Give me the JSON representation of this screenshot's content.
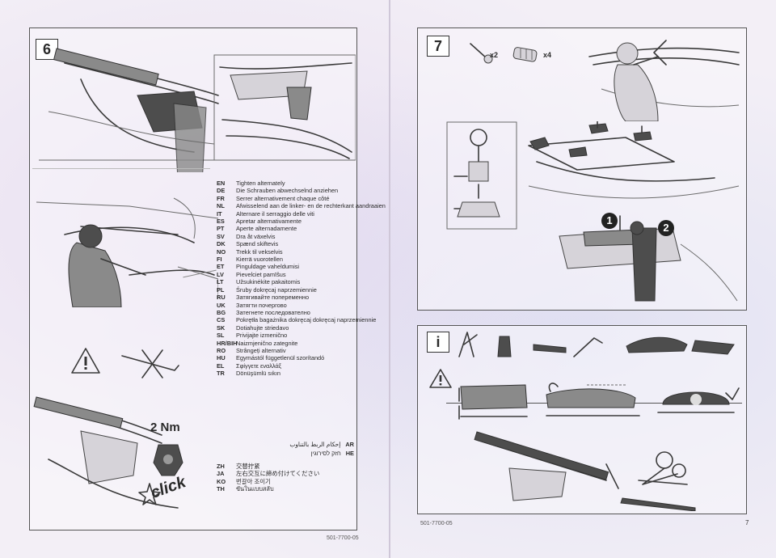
{
  "steps": {
    "left": "6",
    "right": "7",
    "info": "i"
  },
  "torque": "2 Nm",
  "click_word": "click",
  "hardware": {
    "bolt_qty": "x2",
    "plug_qty": "x4"
  },
  "callouts": [
    "1",
    "2"
  ],
  "languages": [
    {
      "code": "EN",
      "text": "Tighten alternately"
    },
    {
      "code": "DE",
      "text": "Die Schrauben abwechselnd anziehen"
    },
    {
      "code": "FR",
      "text": "Serrer alternativement chaque côté"
    },
    {
      "code": "NL",
      "text": "Afwisselend aan de linker- en de rechterkant aandraaien"
    },
    {
      "code": "IT",
      "text": "Alternare il serraggio delle viti"
    },
    {
      "code": "ES",
      "text": "Apretar alternativamente"
    },
    {
      "code": "PT",
      "text": "Aperte alternadamente"
    },
    {
      "code": "SV",
      "text": "Dra åt växelvis"
    },
    {
      "code": "DK",
      "text": "Spænd skiftevis"
    },
    {
      "code": "NO",
      "text": "Trekk til vekselvis"
    },
    {
      "code": "FI",
      "text": "Kierrä vuorotellen"
    },
    {
      "code": "ET",
      "text": "Pinguldage vaheldumisi"
    },
    {
      "code": "LV",
      "text": "Pievelciet pamīšus"
    },
    {
      "code": "LT",
      "text": "Užsukinėkite pakaitomis"
    },
    {
      "code": "PL",
      "text": "Śruby dokręcaj naprzemiennie"
    },
    {
      "code": "RU",
      "text": "Затягивайте попеременно"
    },
    {
      "code": "UK",
      "text": "Затягти почергово"
    },
    {
      "code": "BG",
      "text": "Затегнете последователно"
    },
    {
      "code": "CS",
      "text": "Pokrętła bagażnika dokręcaj dokręcaj naprzemiennie"
    },
    {
      "code": "SK",
      "text": "Dotiahujte striedavo"
    },
    {
      "code": "SL",
      "text": "Privijajte izmenično"
    },
    {
      "code": "HR/BIH",
      "text": "Naizmjenično zategnite"
    },
    {
      "code": "RO",
      "text": "Strângeți alternativ"
    },
    {
      "code": "HU",
      "text": "Egymástól függetlenül szorítandó"
    },
    {
      "code": "EL",
      "text": "Σφίγγετε εναλλάξ"
    },
    {
      "code": "TR",
      "text": "Dönüşümlü sıkın"
    }
  ],
  "rtl_languages": [
    {
      "code": "AR",
      "text": "إحكام الربط بالتناوب"
    },
    {
      "code": "HE",
      "text": "חזק לסירוגין"
    }
  ],
  "cjk_languages": [
    {
      "code": "ZH",
      "text": "交替拧紧"
    },
    {
      "code": "JA",
      "text": "左右交互に締め付けてください"
    },
    {
      "code": "KO",
      "text": "번갈아 조이기"
    },
    {
      "code": "TH",
      "text": "ขันในแบบสลับ"
    }
  ],
  "footer": {
    "part_left": "501-7700-05",
    "part_right": "501-7700-05",
    "page_right": "7"
  }
}
